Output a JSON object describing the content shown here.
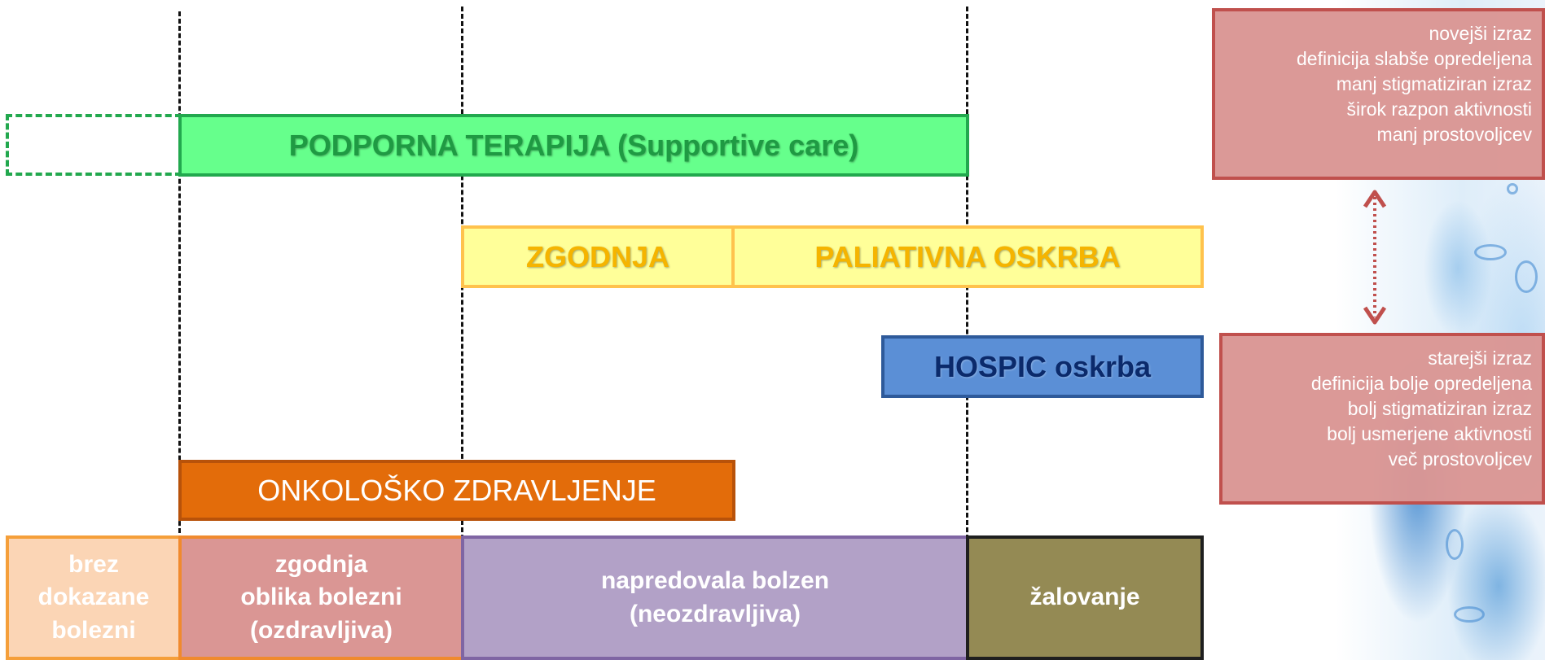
{
  "colors": {
    "supportive": "#66ff8c",
    "palliative": "#ffff99",
    "hospice": "#5b8fd6",
    "oncology": "#e36c0a",
    "info_box": "#da9694"
  },
  "bars": {
    "supportive_care": "PODPORNA TERAPIJA (Supportive care)",
    "early": "ZGODNJA",
    "palliative_care": "PALIATIVNA OSKRBA",
    "hospice_care": "HOSPIC oskrba",
    "oncology_treatment": "ONKOLOŠKO ZDRAVLJENJE"
  },
  "stages": [
    {
      "label": "brez\ndokazane\nbolezni"
    },
    {
      "label": "zgodnja\noblika bolezni\n(ozdravljiva)"
    },
    {
      "label": "napredovala bolzen\n(neozdravljiva)"
    },
    {
      "label": "žalovanje"
    }
  ],
  "info_boxes": {
    "newer": {
      "lines": [
        "novejši izraz",
        "definicija slabše opredeljena",
        "manj stigmatiziran izraz",
        "širok razpon aktivnosti",
        "manj prostovoljcev"
      ]
    },
    "older": {
      "lines": [
        "starejši izraz",
        "definicija bolje opredeljena",
        "bolj stigmatiziran izraz",
        "bolj usmerjene aktivnosti",
        "več prostovoljcev"
      ]
    }
  },
  "icons": {
    "connector": "double-headed-dotted-arrow"
  }
}
